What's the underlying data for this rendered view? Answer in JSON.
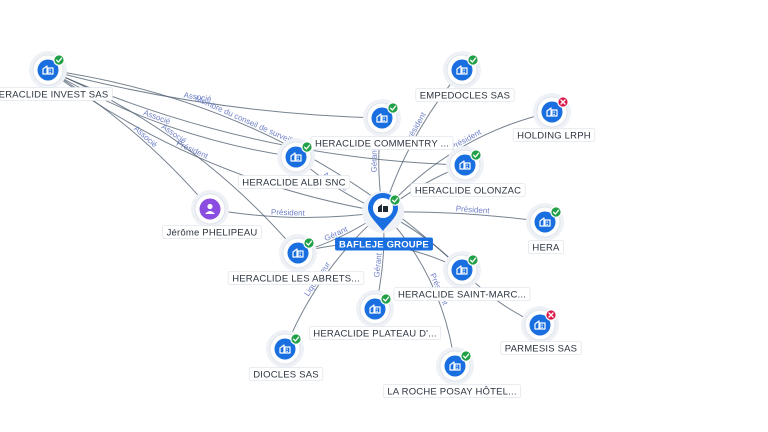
{
  "colors": {
    "company": "#1a6fe0",
    "person": "#8a4de0",
    "active": "#22a047",
    "closed": "#d81b4a",
    "center_label_bg": "#1a6fe0"
  },
  "nodes": [
    {
      "id": "bafleje",
      "label": "BAFLEJE GROUPE",
      "kind": "company",
      "status": "active",
      "center": true
    },
    {
      "id": "invest",
      "label": "HERACLIDE INVEST SAS",
      "kind": "company",
      "status": "active"
    },
    {
      "id": "empedocles",
      "label": "EMPEDOCLES SAS",
      "kind": "company",
      "status": "active"
    },
    {
      "id": "holding",
      "label": "HOLDING LRPH",
      "kind": "company",
      "status": "closed"
    },
    {
      "id": "commentry",
      "label": "HERACLIDE COMMENTRY ...",
      "kind": "company",
      "status": "active"
    },
    {
      "id": "albi",
      "label": "HERACLIDE ALBI SNC",
      "kind": "company",
      "status": "active"
    },
    {
      "id": "olonzac",
      "label": "HERACLIDE OLONZAC",
      "kind": "company",
      "status": "active"
    },
    {
      "id": "jerome",
      "label": "Jérôme PHELIPEAU",
      "kind": "person",
      "status": "none"
    },
    {
      "id": "hera",
      "label": "HERA",
      "kind": "company",
      "status": "active"
    },
    {
      "id": "abrets",
      "label": "HERACLIDE LES ABRETS...",
      "kind": "company",
      "status": "active"
    },
    {
      "id": "saintmarc",
      "label": "HERACLIDE SAINT-MARC...",
      "kind": "company",
      "status": "active"
    },
    {
      "id": "parmesis",
      "label": "PARMESIS SAS",
      "kind": "company",
      "status": "closed"
    },
    {
      "id": "plateau",
      "label": "HERACLIDE PLATEAU D'...",
      "kind": "company",
      "status": "active"
    },
    {
      "id": "diocles",
      "label": "DIOCLES SAS",
      "kind": "company",
      "status": "active"
    },
    {
      "id": "larochi",
      "label": "LA ROCHE POSAY HÔTEL...",
      "kind": "company",
      "status": "active"
    }
  ],
  "edges": [
    {
      "from": "invest",
      "to": "commentry",
      "label": "Associé"
    },
    {
      "from": "invest",
      "to": "albi",
      "label": "Associé"
    },
    {
      "from": "invest",
      "to": "bafleje",
      "label": "Président"
    },
    {
      "from": "invest",
      "to": "abrets",
      "label": "Associé"
    },
    {
      "from": "invest",
      "to": "saintmarc",
      "label": "Membre du conseil de surveillance"
    },
    {
      "from": "invest",
      "to": "olonzac",
      "label": ""
    },
    {
      "from": "empedocles",
      "to": "bafleje",
      "label": "Président"
    },
    {
      "from": "holding",
      "to": "bafleje",
      "label": "Président"
    },
    {
      "from": "commentry",
      "to": "bafleje",
      "label": "Gérant"
    },
    {
      "from": "albi",
      "to": "bafleje",
      "label": "Associé"
    },
    {
      "from": "olonzac",
      "to": "bafleje",
      "label": ""
    },
    {
      "from": "jerome",
      "to": "bafleje",
      "label": "Président"
    },
    {
      "from": "jerome",
      "to": "invest",
      "label": "Associé"
    },
    {
      "from": "hera",
      "to": "bafleje",
      "label": "Président"
    },
    {
      "from": "abrets",
      "to": "bafleje",
      "label": "Gérant"
    },
    {
      "from": "abrets",
      "to": "saintmarc",
      "label": ""
    },
    {
      "from": "saintmarc",
      "to": "bafleje",
      "label": ""
    },
    {
      "from": "saintmarc",
      "to": "parmesis",
      "label": ""
    },
    {
      "from": "plateau",
      "to": "bafleje",
      "label": "Gérant"
    },
    {
      "from": "diocles",
      "to": "bafleje",
      "label": "Liquidateur"
    },
    {
      "from": "larochi",
      "to": "bafleje",
      "label": "Président"
    }
  ]
}
